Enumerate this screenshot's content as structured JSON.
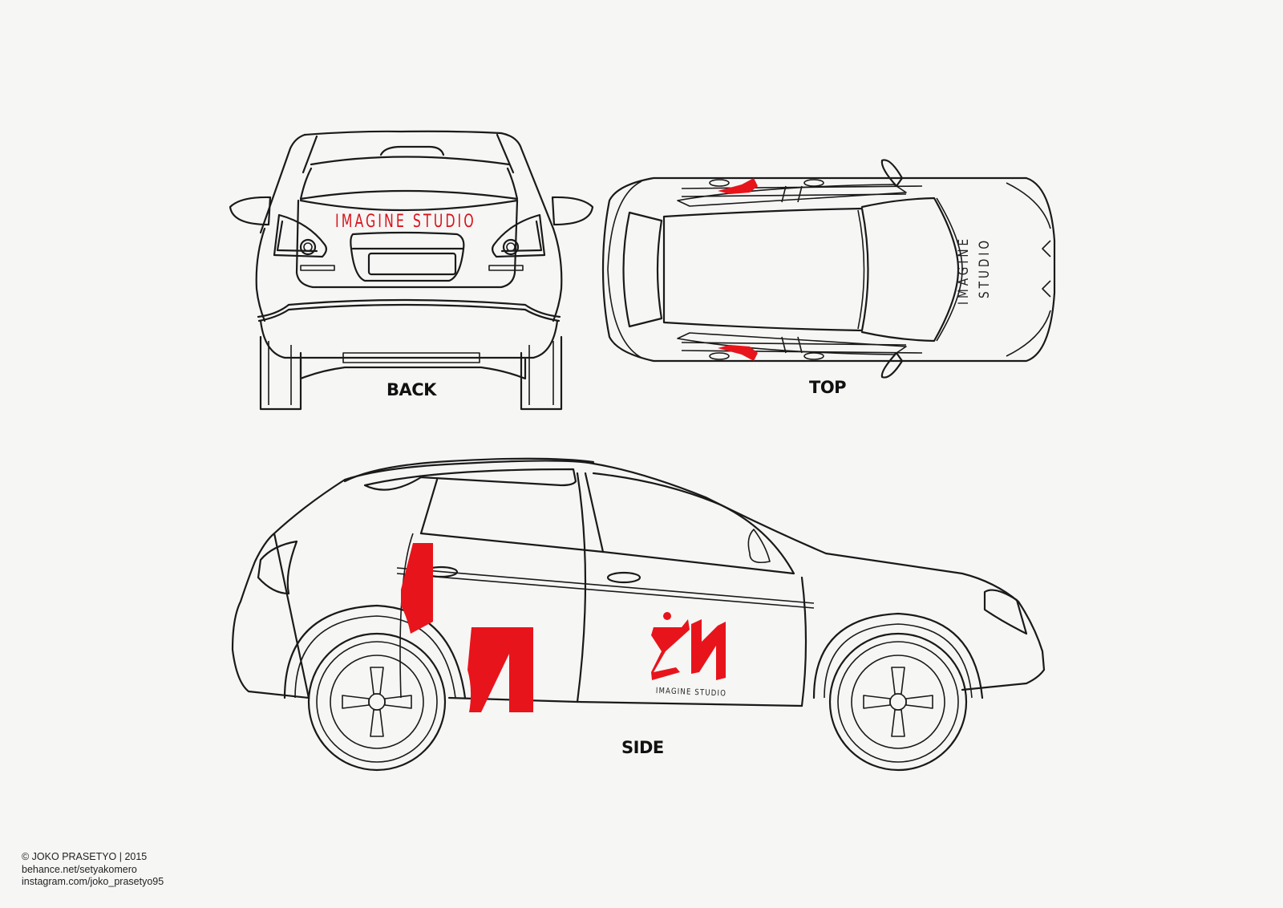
{
  "views": {
    "back": {
      "label": "BACK",
      "decal_text": "IMAGINE STUDIO"
    },
    "top": {
      "label": "TOP",
      "decal_line1": "IMAGINE",
      "decal_line2": "STUDIO"
    },
    "side": {
      "label": "SIDE",
      "logo_caption": "IMAGINE STUDIO",
      "logo_mark": "ΣИ"
    }
  },
  "colors": {
    "brand_red": "#e8141b",
    "line": "#1a1a1a",
    "background": "#f6f6f5"
  },
  "credits": {
    "line1": "© JOKO PRASETYO | 2015",
    "line2": "behance.net/setyakomero",
    "line3": "instagram.com/joko_prasetyo95"
  }
}
